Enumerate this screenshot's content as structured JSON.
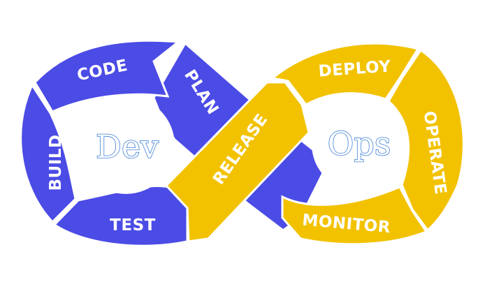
{
  "diagram": {
    "colors": {
      "dev": "#4b4be6",
      "ops": "#f2c200",
      "dev_dark": "#3636b8",
      "ops_dark": "#c99f00",
      "center_text": "#3d7fd6",
      "background": "#ffffff"
    },
    "center_left": "Dev",
    "center_right": "Ops",
    "stages": {
      "plan": "PLAN",
      "code": "CODE",
      "build": "BUILD",
      "test": "TEST",
      "release": "RELEASE",
      "deploy": "DEPLOY",
      "operate": "OPERATE",
      "monitor": "MONITOR"
    }
  }
}
